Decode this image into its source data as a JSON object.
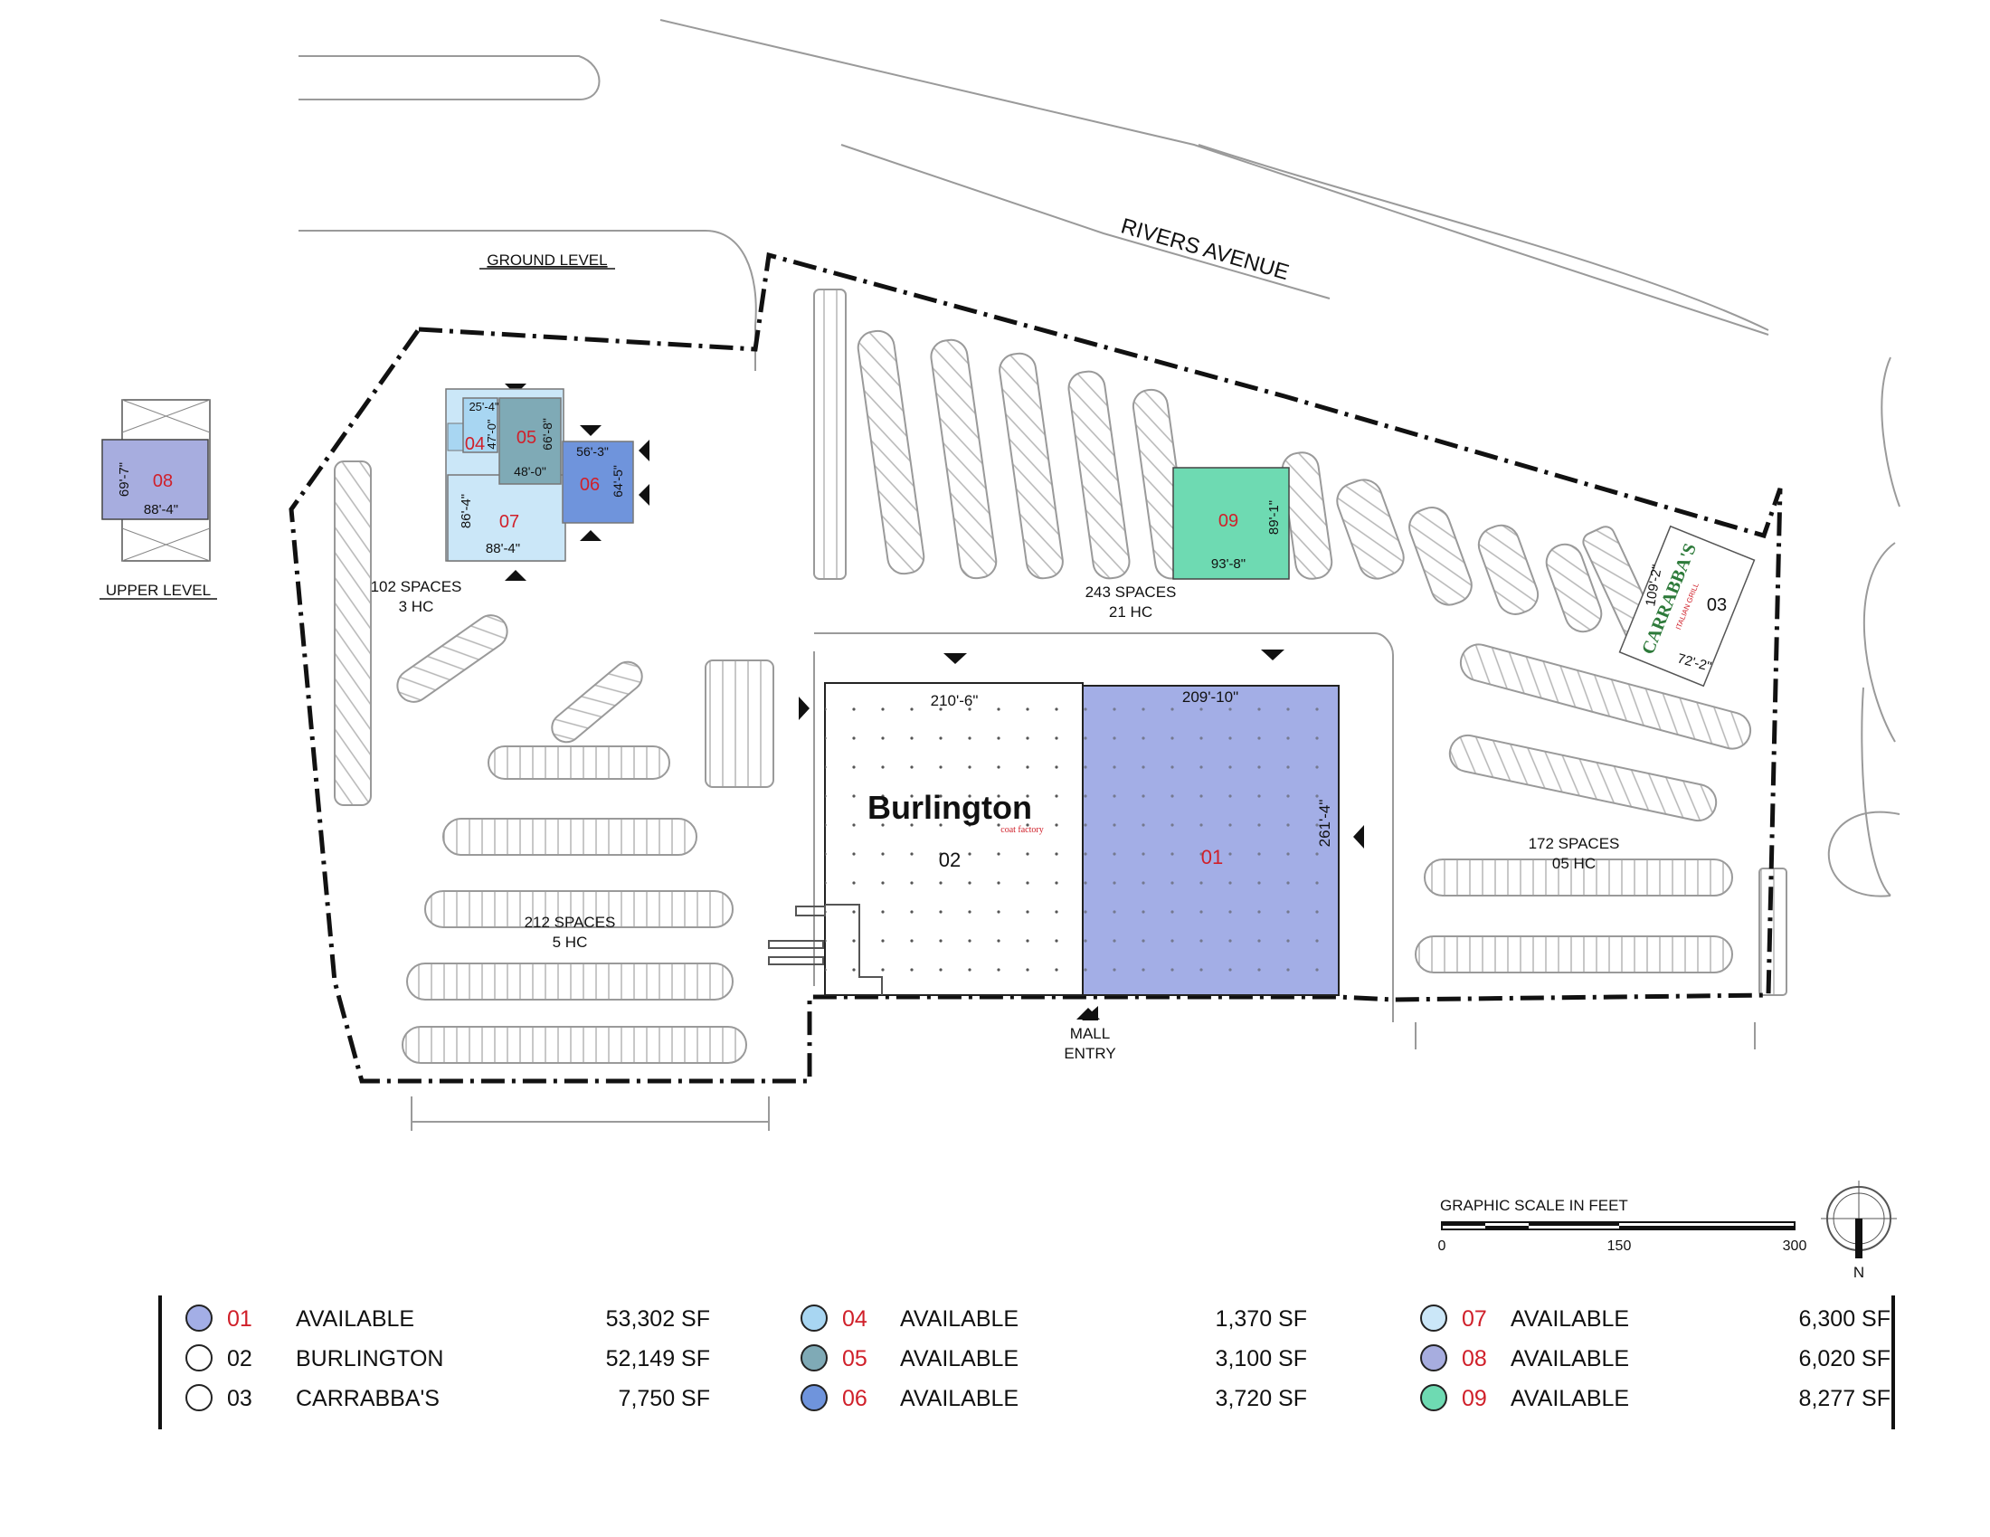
{
  "colors": {
    "unit_01": "#a3aee6",
    "unit_04": "#a8d6f2",
    "unit_05": "#7faab6",
    "unit_06": "#6f94dc",
    "unit_07": "#cbe7f8",
    "unit_08": "#a7addf",
    "unit_09": "#6edab2",
    "burlington_red": "#d0202a",
    "carrabbas_green": "#2d7a3a",
    "boundary": "#111111",
    "road": "#9a9a9a"
  },
  "labels": {
    "road_name": "RIVERS AVENUE",
    "ground_level": "GROUND LEVEL",
    "upper_level": "UPPER LEVEL",
    "mall_entry_1": "MALL",
    "mall_entry_2": "ENTRY",
    "north": "N",
    "burlington_brand": "Burlington",
    "burlington_sub": "coat factory",
    "carrabbas_brand": "CARRABBA'S",
    "carrabbas_sub": "ITALIAN GRILL"
  },
  "parking": [
    {
      "spaces": "102 SPACES",
      "hc": "3 HC"
    },
    {
      "spaces": "243 SPACES",
      "hc": "21 HC"
    },
    {
      "spaces": "212 SPACES",
      "hc": "5 HC"
    },
    {
      "spaces": "172 SPACES",
      "hc": "05 HC"
    }
  ],
  "units": {
    "u01": {
      "code": "01",
      "dim_w": "209'-10\"",
      "dim_h": "261'-4\""
    },
    "u02": {
      "code": "02",
      "dim_w": "210'-6\""
    },
    "u03": {
      "code": "03",
      "dim_h": "109'-2\"",
      "dim_w": "72'-2\""
    },
    "u04": {
      "code": "04",
      "dim_w": "25'-4\"",
      "dim_h": "47'-0\""
    },
    "u05": {
      "code": "05",
      "dim_h": "66'-8\"",
      "dim_w": "48'-0\""
    },
    "u06": {
      "code": "06",
      "dim_w": "56'-3\"",
      "dim_h": "64'-5\""
    },
    "u07": {
      "code": "07",
      "dim_h": "86'-4\"",
      "dim_w": "88'-4\""
    },
    "u08": {
      "code": "08",
      "dim_h": "69'-7\"",
      "dim_w": "88'-4\""
    },
    "u09": {
      "code": "09",
      "dim_h": "89'-1\"",
      "dim_w": "93'-8\""
    }
  },
  "scale": {
    "title": "GRAPHIC SCALE IN FEET",
    "ticks": [
      "0",
      "150",
      "300"
    ]
  },
  "legend": [
    [
      {
        "code": "01",
        "name": "AVAILABLE",
        "area": "53,302 SF",
        "color": "#a3aee6",
        "red": true
      },
      {
        "code": "02",
        "name": "BURLINGTON",
        "area": "52,149 SF",
        "color": "#ffffff",
        "red": false
      },
      {
        "code": "03",
        "name": "CARRABBA'S",
        "area": "7,750 SF",
        "color": "#ffffff",
        "red": false
      }
    ],
    [
      {
        "code": "04",
        "name": "AVAILABLE",
        "area": "1,370 SF",
        "color": "#a8d6f2",
        "red": true
      },
      {
        "code": "05",
        "name": "AVAILABLE",
        "area": "3,100 SF",
        "color": "#7faab6",
        "red": true
      },
      {
        "code": "06",
        "name": "AVAILABLE",
        "area": "3,720 SF",
        "color": "#6f94dc",
        "red": true
      }
    ],
    [
      {
        "code": "07",
        "name": "AVAILABLE",
        "area": "6,300 SF",
        "color": "#cbe7f8",
        "red": true
      },
      {
        "code": "08",
        "name": "AVAILABLE",
        "area": "6,020 SF",
        "color": "#a7addf",
        "red": true
      },
      {
        "code": "09",
        "name": "AVAILABLE",
        "area": "8,277 SF",
        "color": "#6edab2",
        "red": true
      }
    ]
  ]
}
